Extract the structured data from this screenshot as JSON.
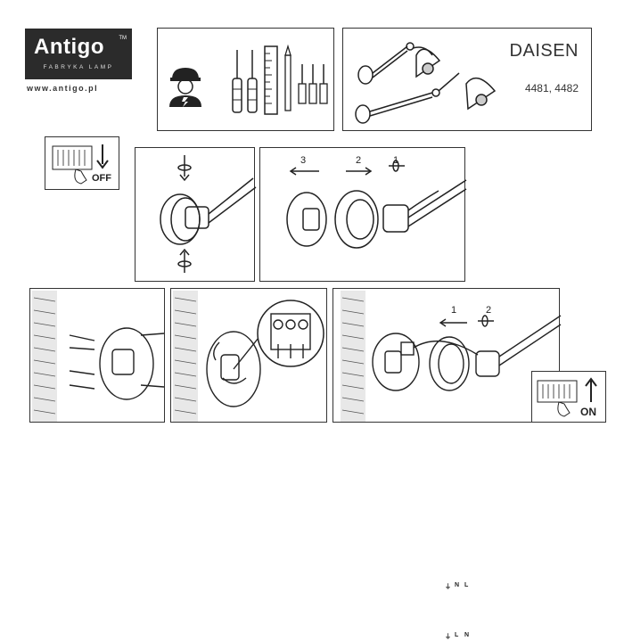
{
  "brand": {
    "name": "Antigo",
    "trademark": "TM",
    "subtitle": "FABRYKA LAMP",
    "website": "www.antigo.pl"
  },
  "product": {
    "name": "DAISEN",
    "codes": "4481, 4482"
  },
  "switch": {
    "off_label": "OFF",
    "on_label": "ON"
  },
  "removal_steps": [
    "3",
    "2",
    "1"
  ],
  "mount_steps": [
    "1",
    "2"
  ],
  "terminal_top": [
    "⏚",
    "N",
    "L"
  ],
  "terminal_bottom": [
    "⏚",
    "L",
    "N"
  ]
}
